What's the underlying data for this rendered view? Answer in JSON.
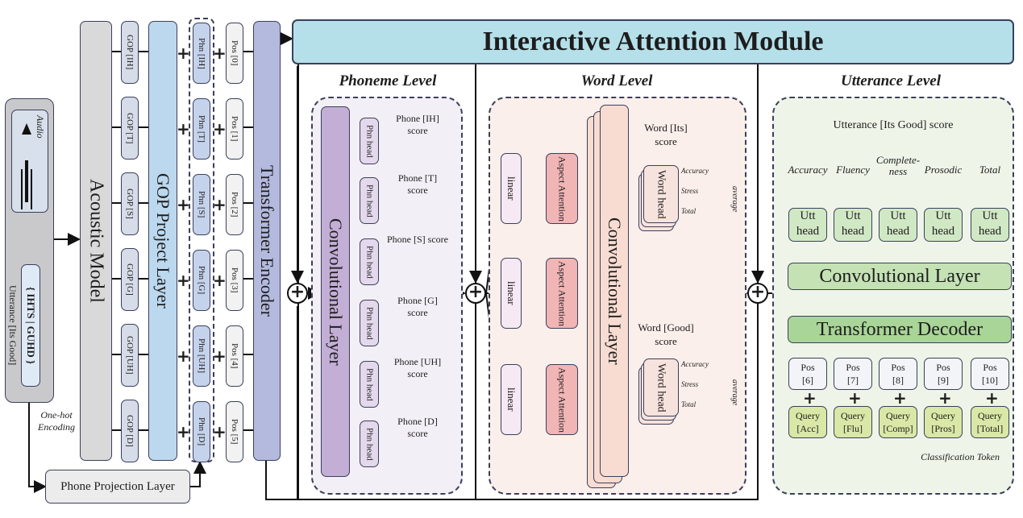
{
  "input": {
    "audio_label": "Audio",
    "speaker_icon": "speaker-icon",
    "waveform_icon": "waveform-icon",
    "phones_text": "{ IHTS | GUHD }",
    "utterance_text": "Utterance [Its Good]",
    "one_hot_label": "One-hot Encoding"
  },
  "acoustic_model": {
    "label": "Acoustic Model"
  },
  "gop_features": [
    "GOP [IH]",
    "GOP [T]",
    "GOP [S]",
    "GOP [G]",
    "GOP [UH]",
    "GOP [D]"
  ],
  "gop_projection": {
    "label": "GOP Project Layer"
  },
  "phone_embeddings": [
    "Phn [IH]",
    "Phn [T]",
    "Phn [S]",
    "Phn [G]",
    "Phn [UH]",
    "Phn [D]"
  ],
  "positions": [
    "Pos [0]",
    "Pos [1]",
    "Pos [2]",
    "Pos [3]",
    "Pos [4]",
    "Pos [5]"
  ],
  "transformer_encoder": {
    "label": "Transformer Encoder"
  },
  "phone_projection": {
    "label": "Phone Projection Layer"
  },
  "module": {
    "title": "Interactive Attention Module"
  },
  "phoneme_level": {
    "title": "Phoneme Level",
    "conv_label": "Convolutional Layer",
    "head_label": "Phn head",
    "scores": [
      "Phone [IH] score",
      "Phone [T] score",
      "Phone [S] score",
      "Phone [G] score",
      "Phone [UH] score",
      "Phone [D] score"
    ]
  },
  "word_level": {
    "title": "Word Level",
    "linear_label": "linear",
    "aspect_label": "Aspect Attention",
    "conv_label": "Convolutional Layer",
    "head_label": "Word head",
    "words": [
      {
        "score_label": "Word [Its] score"
      },
      {
        "score_label": "Word [Good] score"
      }
    ],
    "aspects": [
      "Accuracy",
      "Stress",
      "Total"
    ],
    "average_label": "average"
  },
  "utterance_level": {
    "title": "Utterance Level",
    "score_label": "Utterance [Its Good] score",
    "aspects": [
      "Accuracy",
      "Fluency",
      "Complete-ness",
      "Prosodic",
      "Total"
    ],
    "head_label": "Utt head",
    "conv_label": "Convolutional Layer",
    "decoder_label": "Transformer Decoder",
    "positions": [
      "Pos [6]",
      "Pos [7]",
      "Pos [8]",
      "Pos [9]",
      "Pos [10]"
    ],
    "queries": [
      "Query [Acc]",
      "Query [Flu]",
      "Query [Comp]",
      "Query [Pros]",
      "Query [Total]"
    ],
    "token_label": "Classification Token"
  },
  "colors": {
    "acoustic": "#d9d9d9",
    "gop_box": "#d6dce8",
    "gop_projection": "#bcd8ee",
    "phn_box": "#c5d2ec",
    "encoder": "#b4bade",
    "module_header": "#b5e0ea",
    "phoneme_bg": "#f3eff6",
    "phoneme_conv": "#c3aed6",
    "phn_head": "#e4d8ec",
    "word_bg": "#fbefeb",
    "aspect": "#f1b5b5",
    "word_conv": "#f8dcd2",
    "utt_bg": "#eef5e8",
    "utt_green": "#a9d598",
    "utt_head": "#d1e8c5",
    "query": "#d9e8a6"
  }
}
